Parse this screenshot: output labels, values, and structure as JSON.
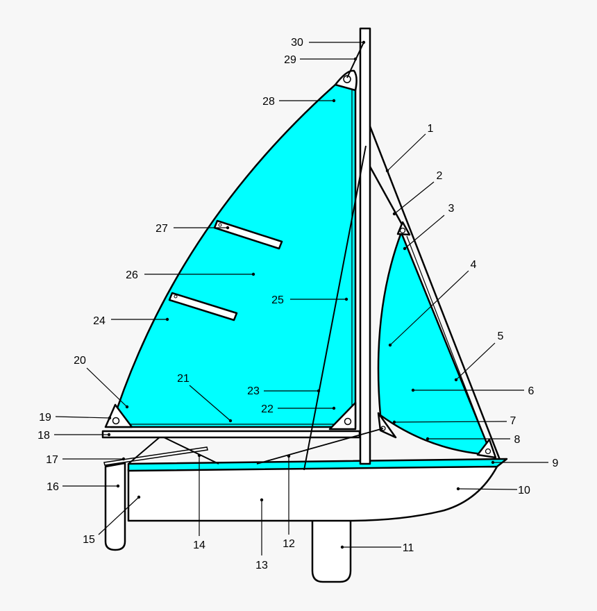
{
  "colors": {
    "sail": "#00ffff",
    "hull": "#ffffff",
    "background": "#f7f7f7",
    "outline": "#000000"
  },
  "labels": [
    "1",
    "2",
    "3",
    "4",
    "5",
    "6",
    "7",
    "8",
    "9",
    "10",
    "11",
    "12",
    "13",
    "14",
    "15",
    "16",
    "17",
    "18",
    "19",
    "20",
    "21",
    "22",
    "23",
    "24",
    "25",
    "26",
    "27",
    "28",
    "29",
    "30"
  ]
}
